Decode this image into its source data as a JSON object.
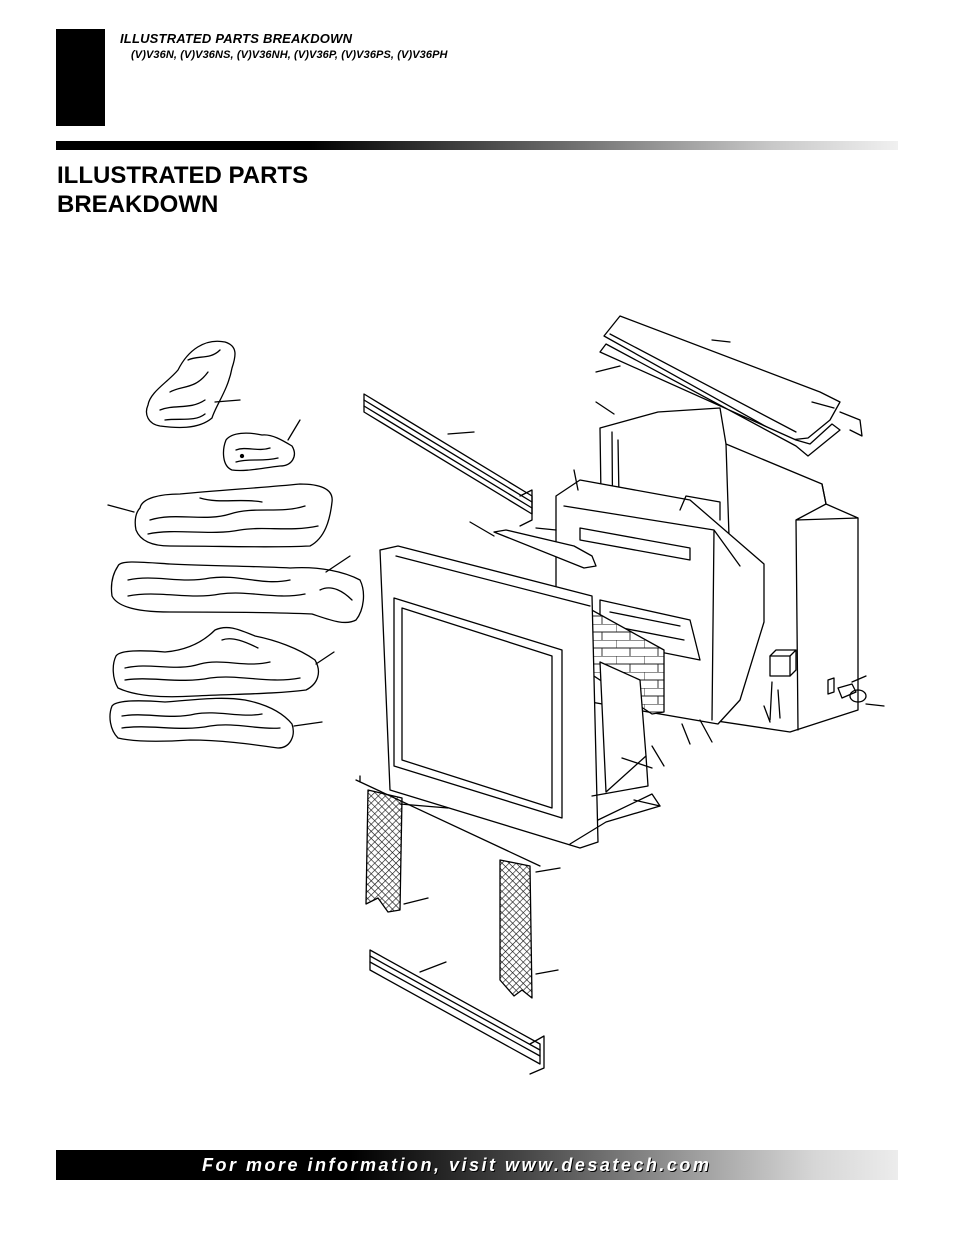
{
  "header": {
    "section_title": "ILLUSTRATED PARTS BREAKDOWN",
    "model_numbers": "(V)V36N, (V)V36NS, (V)V36NH, (V)V36P, (V)V36PS, (V)V36PH"
  },
  "page": {
    "heading_line1": "ILLUSTRATED PARTS",
    "heading_line2": "BREAKDOWN"
  },
  "figure": {
    "part_groups": [
      "log-set",
      "top-shroud",
      "firebox",
      "brick-liners",
      "front-frame",
      "screen-curtains",
      "louvers",
      "control-module"
    ]
  },
  "footer": {
    "text": "For more information, visit www.desatech.com"
  }
}
